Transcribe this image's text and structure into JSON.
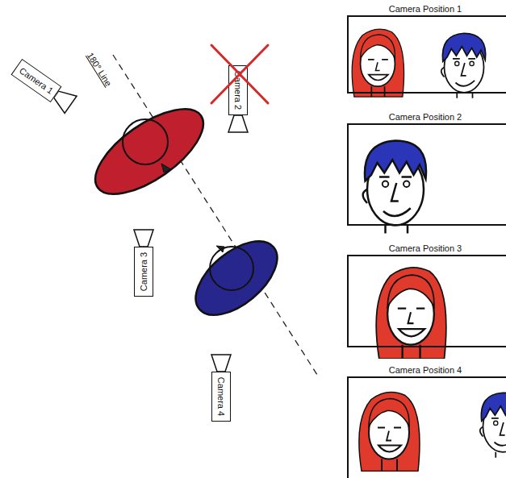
{
  "diagram": {
    "nodes": [
      {
        "text": [
          "Camera 1"
        ]
      },
      {
        "text": [
          "Camera 2"
        ]
      },
      {
        "text": [
          "Camera 3"
        ]
      },
      {
        "text": [
          "Camera 4"
        ]
      },
      {
        "text": [
          "Camera Position 1"
        ]
      },
      {
        "text": [
          "Camera Position 2"
        ]
      },
      {
        "text": [
          "Camera Position 3"
        ]
      },
      {
        "text": [
          "Camera Position 4"
        ]
      }
    ],
    "labels": [
      "180° Line"
    ]
  }
}
